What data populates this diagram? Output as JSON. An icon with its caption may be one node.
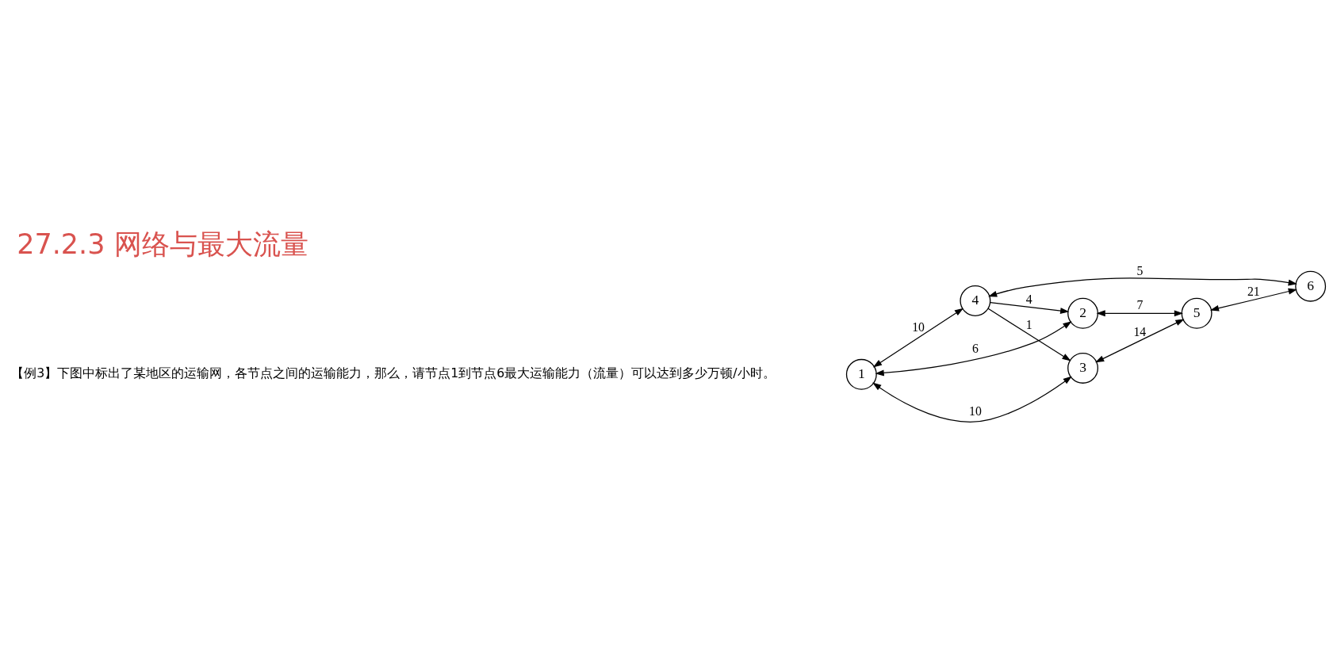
{
  "diagram": {
    "title": "27.2.3 网络与最大流量",
    "nodes": [
      {
        "text": [
          "1"
        ]
      },
      {
        "text": [
          "2"
        ]
      },
      {
        "text": [
          "3"
        ]
      },
      {
        "text": [
          "4"
        ]
      },
      {
        "text": [
          "5"
        ]
      },
      {
        "text": [
          "6"
        ]
      }
    ],
    "edges": [
      {
        "from": 0,
        "to": 1,
        "arrow": "both",
        "label": "6"
      },
      {
        "from": 1,
        "to": 4,
        "arrow": "both",
        "label": "7"
      },
      {
        "from": 0,
        "to": 2,
        "arrow": "both",
        "label": "10"
      },
      {
        "from": 2,
        "to": 4,
        "arrow": "both",
        "label": "14"
      },
      {
        "from": 4,
        "to": 5,
        "arrow": "both",
        "label": "21"
      },
      {
        "from": 0,
        "to": 3,
        "arrow": "both",
        "label": "10"
      },
      {
        "from": 3,
        "to": 2,
        "arrow": "to",
        "label": "1"
      },
      {
        "from": 3,
        "to": 1,
        "arrow": "to",
        "label": "4"
      },
      {
        "from": 3,
        "to": 5,
        "arrow": "both",
        "label": "5"
      }
    ],
    "labels": [
      "【例3】下图中标出了某地区的运输网，各节点之间的运输能力，那么，请节点1到节点6最大运输能力（流量）可以达到多少万顿/小时。"
    ]
  }
}
